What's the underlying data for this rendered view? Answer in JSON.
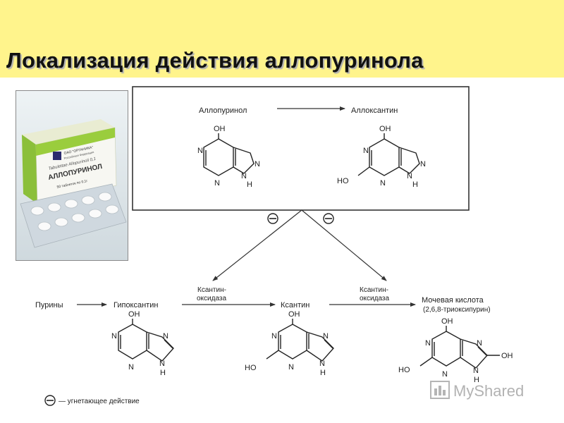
{
  "slide": {
    "title": "Локализация действия аллопуринола",
    "header_color": "#fff48c"
  },
  "box": {
    "reactant": "Аллопуринол",
    "product": "Аллоксантин"
  },
  "pathway": {
    "purines": "Пурины",
    "hypoxanthine": "Гипоксантин",
    "xanthine": "Ксантин",
    "enzyme1": [
      "Ксантин-",
      "оксидаза"
    ],
    "enzyme2": [
      "Ксантин-",
      "оксидаза"
    ],
    "uric_acid": "Мочевая кислота",
    "uric_acid_alt": "(2,6,8-триоксипурин)"
  },
  "atoms": {
    "oh": "OH",
    "ho": "HO",
    "n": "N",
    "h": "H"
  },
  "inhibitor_symbol": "⊖",
  "legend": "— угнетающее действие",
  "package": {
    "maker": "ОАО \"ОРГАНИКА\"",
    "country": "Российская Федерация",
    "latin": "Tabulettae Allopurinoli 0,1",
    "name": "АЛЛОПУРИНОЛ",
    "count": "50 таблеток по 0,1г"
  },
  "watermark": "MyShared",
  "icons": [
    "pill-blister-icon",
    "myshared-logo-icon"
  ]
}
